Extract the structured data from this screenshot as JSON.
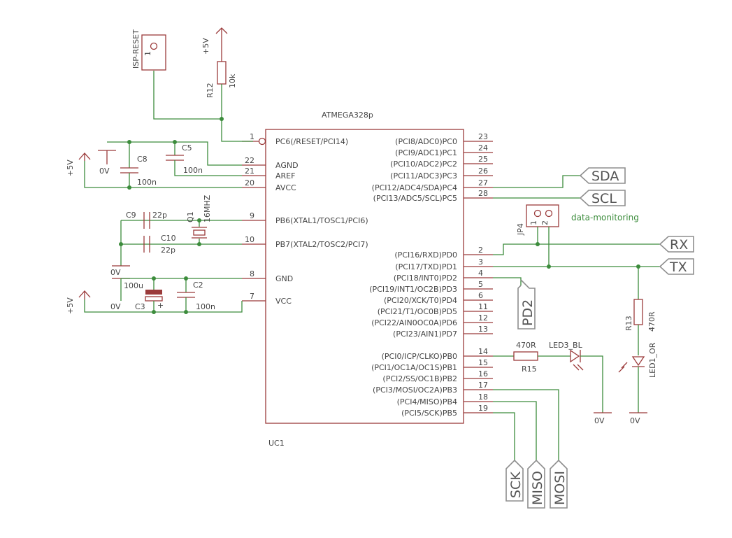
{
  "ic": {
    "name": "ATMEGA328p",
    "ref": "UC1",
    "left_pins": [
      {
        "num": "1",
        "name": "PC6(/RESET/PCI14)"
      },
      {
        "num": "22",
        "name": "AGND"
      },
      {
        "num": "21",
        "name": "AREF"
      },
      {
        "num": "20",
        "name": "AVCC"
      },
      {
        "num": "9",
        "name": "PB6(XTAL1/TOSC1/PCI6)"
      },
      {
        "num": "10",
        "name": "PB7(XTAL2/TOSC2/PCI7)"
      },
      {
        "num": "8",
        "name": "GND"
      },
      {
        "num": "7",
        "name": "VCC"
      }
    ],
    "right_pins": [
      {
        "num": "23",
        "name": "(PCI8/ADC0)PC0"
      },
      {
        "num": "24",
        "name": "(PCI9/ADC1)PC1"
      },
      {
        "num": "25",
        "name": "(PCI10/ADC2)PC2"
      },
      {
        "num": "26",
        "name": "(PCI11/ADC3)PC3"
      },
      {
        "num": "27",
        "name": "(PCI12/ADC4/SDA)PC4"
      },
      {
        "num": "28",
        "name": "(PCI13/ADC5/SCL)PC5"
      },
      {
        "num": "2",
        "name": "(PCI16/RXD)PD0"
      },
      {
        "num": "3",
        "name": "(PCI17/TXD)PD1"
      },
      {
        "num": "4",
        "name": "(PCI18/INT0)PD2"
      },
      {
        "num": "5",
        "name": "(PCI19/INT1/OC2B)PD3"
      },
      {
        "num": "6",
        "name": "(PCI20/XCK/T0)PD4"
      },
      {
        "num": "11",
        "name": "(PCI21/T1/OC0B)PD5"
      },
      {
        "num": "12",
        "name": "(PCI22/AIN0OC0A)PD6"
      },
      {
        "num": "13",
        "name": "(PCI23/AIN1)PD7"
      },
      {
        "num": "14",
        "name": "(PCI0/ICP/CLKO)PB0"
      },
      {
        "num": "15",
        "name": "(PCI1/OC1A/OC1S)PB1"
      },
      {
        "num": "16",
        "name": "(PCI2/SS/OC1B)PB2"
      },
      {
        "num": "17",
        "name": "(PCI3/MOSI/OC2A)PB3"
      },
      {
        "num": "18",
        "name": "(PCI4/MISO)PB4"
      },
      {
        "num": "19",
        "name": "(PCI5/SCK)PB5"
      }
    ]
  },
  "components": {
    "isp_reset": {
      "name": "ISP-RESET",
      "pin": "1"
    },
    "r12": {
      "ref": "R12",
      "value": "10k"
    },
    "c8": {
      "ref": "C8",
      "value": "100n"
    },
    "c5": {
      "ref": "C5",
      "value": "100n"
    },
    "c9": {
      "ref": "C9",
      "value": "22p"
    },
    "c10": {
      "ref": "C10",
      "value": "22p"
    },
    "q1": {
      "ref": "Q1",
      "value": "16MHZ"
    },
    "c3": {
      "ref": "C3",
      "value": "100u"
    },
    "c2": {
      "ref": "C2",
      "value": "100n"
    },
    "jp4": {
      "ref": "JP4",
      "pin1": "1",
      "pin2": "2",
      "label": "data-monitoring"
    },
    "r15": {
      "ref": "R15",
      "value": "470R"
    },
    "led3": {
      "ref": "LED3_BL"
    },
    "r13": {
      "ref": "R13",
      "value": "470R"
    },
    "led1": {
      "ref": "LED1_OR"
    }
  },
  "power": {
    "vcc": "+5V",
    "gnd": "0V"
  },
  "nets": {
    "sda": "SDA",
    "scl": "SCL",
    "rx": "RX",
    "tx": "TX",
    "pd2": "PD2",
    "sck": "SCK",
    "miso": "MISO",
    "mosi": "MOSI"
  }
}
